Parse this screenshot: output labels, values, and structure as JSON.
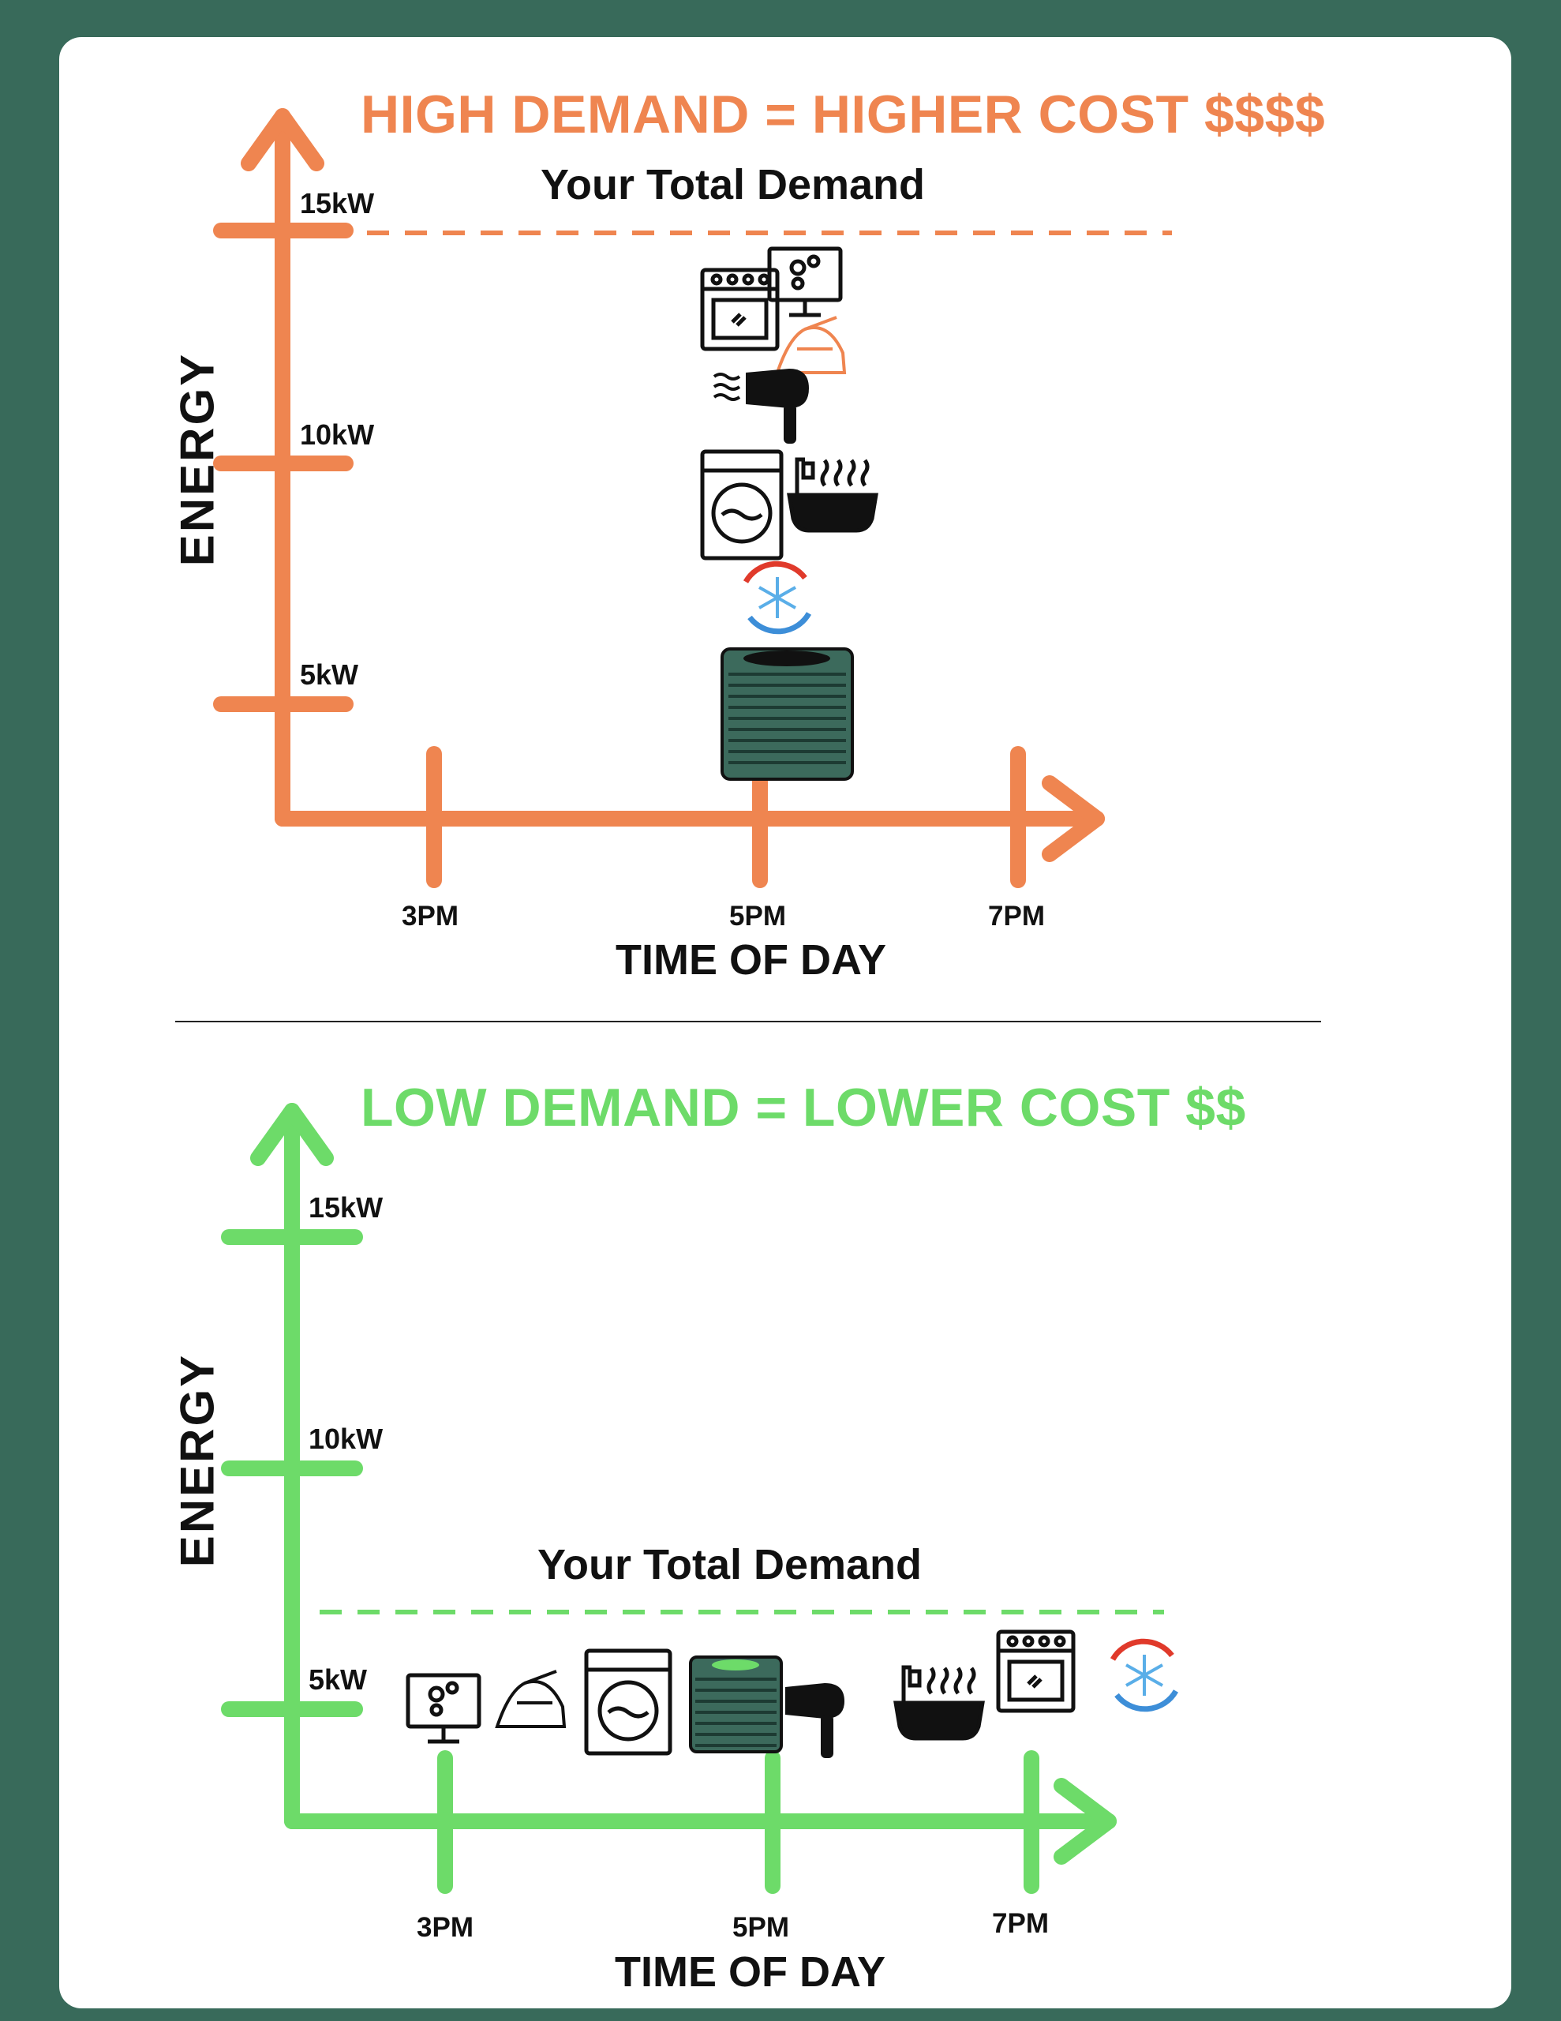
{
  "colors": {
    "background": "#386a5a",
    "high": "#ef8550",
    "low": "#6ddb69",
    "ac_unit": "#3c6a5c"
  },
  "high_panel": {
    "title": "HIGH DEMAND = HIGHER COST  $$$$",
    "demand_label": "Your Total Demand",
    "y_axis_title": "ENERGY",
    "y_ticks": [
      "15kW",
      "10kW",
      "5kW"
    ],
    "x_ticks": [
      "3PM",
      "5PM",
      "7PM"
    ],
    "x_axis_title": "TIME OF DAY",
    "appliances_stacked_at": "5PM",
    "appliances": [
      "oven-icon",
      "computer-icon",
      "iron-icon",
      "hair-dryer-icon",
      "washing-machine-icon",
      "bathtub-icon",
      "hvac-service-icon",
      "ac-unit-icon"
    ]
  },
  "low_panel": {
    "title": "LOW DEMAND = LOWER COST $$",
    "demand_label": "Your Total Demand",
    "y_axis_title": "ENERGY",
    "y_ticks": [
      "15kW",
      "10kW",
      "5kW"
    ],
    "x_ticks": [
      "3PM",
      "5PM",
      "7PM"
    ],
    "x_axis_title": "TIME OF DAY",
    "appliances_spread": [
      "computer-icon",
      "iron-icon",
      "washing-machine-icon",
      "ac-unit-icon",
      "hair-dryer-icon",
      "bathtub-icon",
      "oven-icon",
      "hvac-service-icon"
    ]
  }
}
